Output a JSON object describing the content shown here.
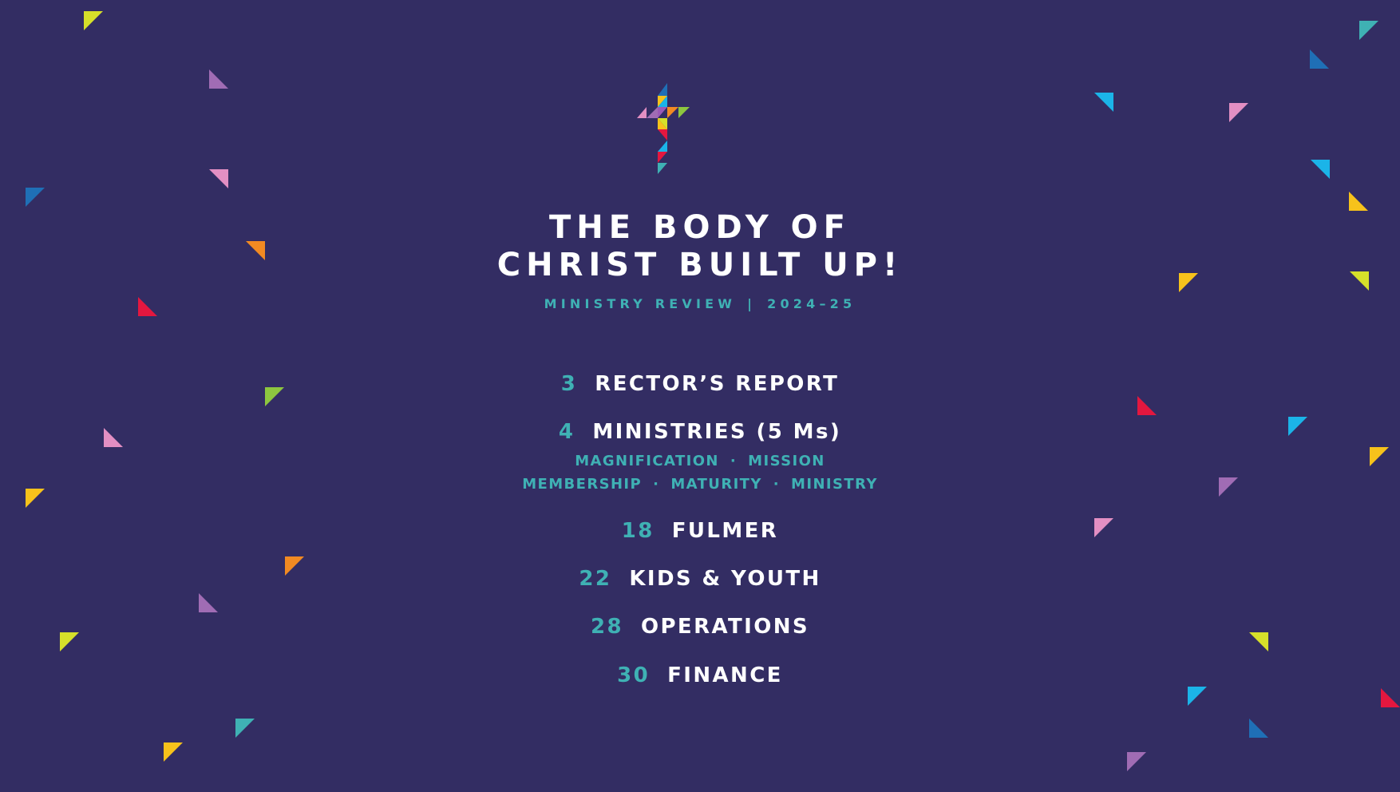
{
  "title": {
    "line1": "THE BODY OF",
    "line2": "CHRIST BUILT UP!"
  },
  "subtitle": {
    "left": "MINISTRY REVIEW",
    "separator": "|",
    "right": "2024–25"
  },
  "toc": [
    {
      "page": "3",
      "label": "RECTOR’S REPORT"
    },
    {
      "page": "4",
      "label": "MINISTRIES (5 Ms)"
    },
    {
      "page": "18",
      "label": "FULMER"
    },
    {
      "page": "22",
      "label": "KIDS & YOUTH"
    },
    {
      "page": "28",
      "label": "OPERATIONS"
    },
    {
      "page": "30",
      "label": "FINANCE"
    }
  ],
  "ministries": {
    "row1": [
      "MAGNIFICATION",
      "MISSION"
    ],
    "row2": [
      "MEMBERSHIP",
      "MATURITY",
      "MINISTRY"
    ],
    "dot": "·"
  },
  "colors": {
    "background": "#332d63",
    "accent_teal": "#3fb1b4",
    "text": "#ffffff"
  },
  "icons": {
    "logo": "mosaic-cross-icon",
    "decoration": "confetti-triangles"
  }
}
